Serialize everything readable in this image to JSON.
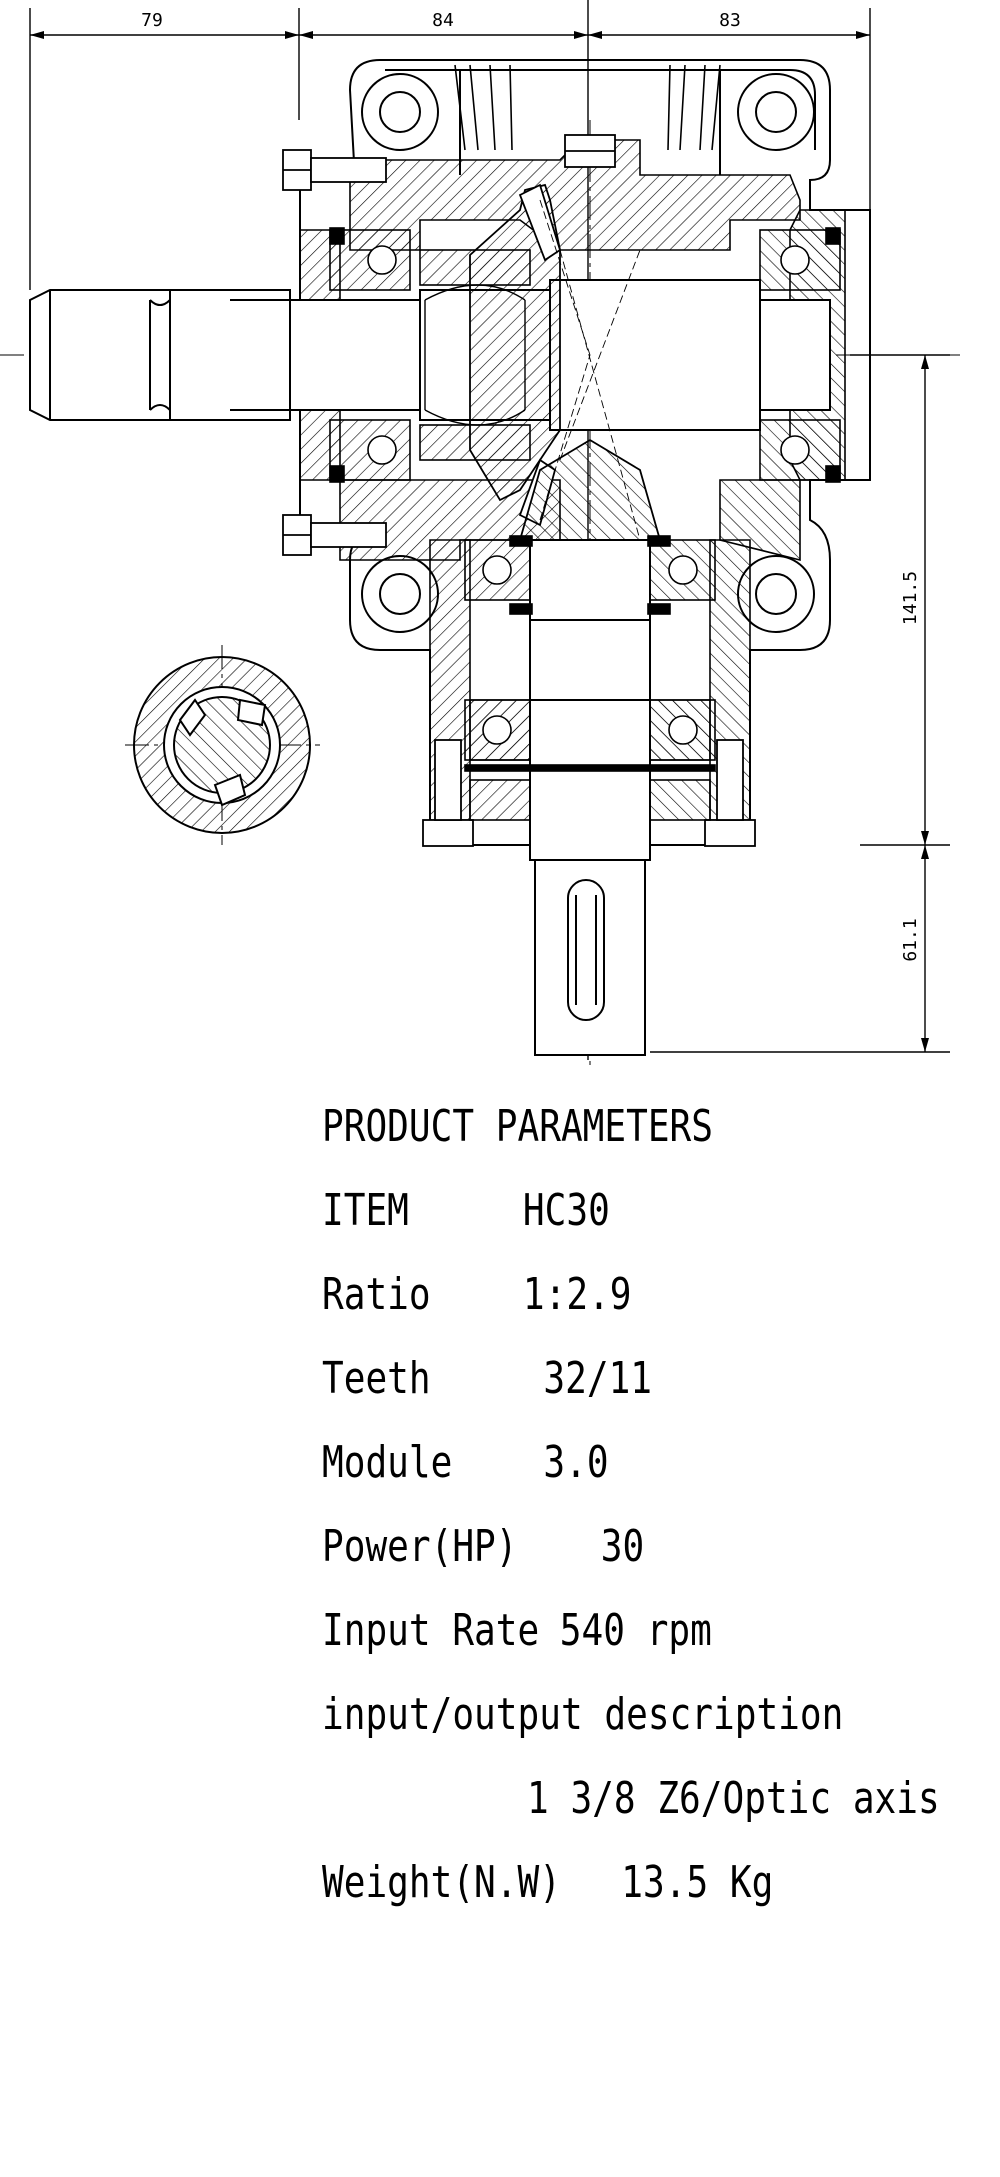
{
  "dimensions": {
    "top_left": "79",
    "top_middle": "84",
    "top_right": "83",
    "right_upper": "141.5",
    "right_lower": "61.1"
  },
  "parameters": {
    "heading": "PRODUCT PARAMETERS",
    "item": {
      "label": "ITEM",
      "value": "HC30"
    },
    "ratio": {
      "label": "Ratio",
      "value": "1:2.9"
    },
    "teeth": {
      "label": "Teeth",
      "value": "32/11"
    },
    "module": {
      "label": "Module",
      "value": "3.0"
    },
    "power": {
      "label": "Power(HP)",
      "value": "30"
    },
    "input_rate": {
      "label": "Input Rate",
      "value": "540 rpm"
    },
    "io_description": {
      "label": "input/output description",
      "value": "1 3/8 Z6/Optic axis"
    },
    "weight": {
      "label": "Weight(N.W)",
      "value": "13.5 Kg"
    }
  }
}
